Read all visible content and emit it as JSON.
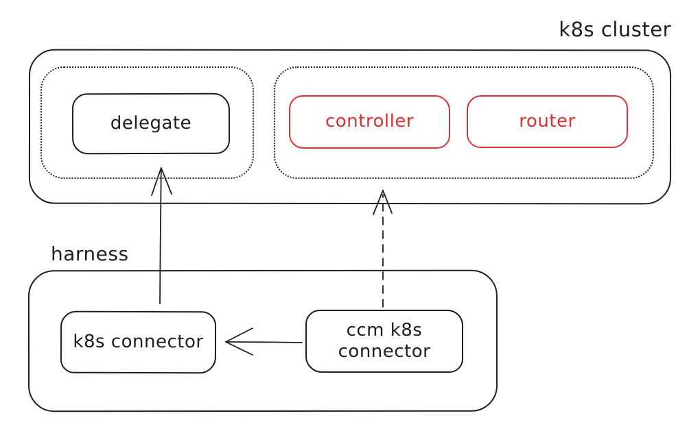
{
  "diagram": {
    "type": "architecture-sketch",
    "groups": {
      "cluster": {
        "label": "k8s cluster"
      },
      "harness": {
        "label": "harness"
      }
    },
    "nodes": {
      "delegate": {
        "label": "delegate",
        "color": "#1e1e1e"
      },
      "controller": {
        "label": "controller",
        "color": "#e03131"
      },
      "router": {
        "label": "router",
        "color": "#e03131"
      },
      "k8s_connector": {
        "label": "k8s connector",
        "color": "#1e1e1e"
      },
      "ccm_connector": {
        "label": "ccm k8s connector",
        "color": "#1e1e1e"
      }
    },
    "edges": [
      {
        "from": "k8s_connector",
        "to": "delegate-group",
        "style": "solid",
        "direction": "up"
      },
      {
        "from": "ccm_connector",
        "to": "services-group",
        "style": "dashed",
        "direction": "up"
      },
      {
        "from": "ccm_connector",
        "to": "k8s_connector",
        "style": "solid",
        "direction": "left"
      }
    ],
    "colors": {
      "stroke": "#1e1e1e",
      "accent": "#e03131",
      "background": "#ffffff"
    }
  }
}
